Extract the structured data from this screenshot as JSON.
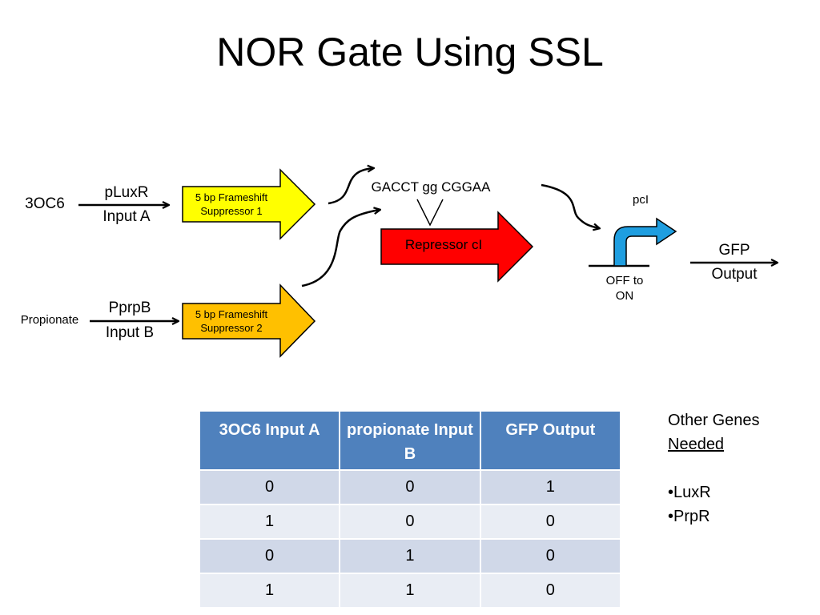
{
  "title": "NOR Gate Using SSL",
  "inputs": {
    "a_signal": "3OC6",
    "a_promoter": "pLuxR",
    "a_label": "Input A",
    "b_signal": "Propionate",
    "b_promoter": "PprpB",
    "b_label": "Input B"
  },
  "suppressors": {
    "s1_line1": "5 bp Frameshift",
    "s1_line2": "Suppressor 1",
    "s2_line1": "5 bp Frameshift",
    "s2_line2": "Suppressor 2"
  },
  "repressor": {
    "sequence": "GACCT gg CGGAA",
    "label": "Repressor cI"
  },
  "output": {
    "promoter": "pcI",
    "switch_line1": "OFF to",
    "switch_line2": "ON",
    "gfp_line1": "GFP",
    "gfp_line2": "Output"
  },
  "colors": {
    "suppressor1": "#ffff00",
    "suppressor2": "#ffc000",
    "repressor": "#ff0000",
    "promoter_arrow": "#1f9ee0",
    "table_header": "#4f81bd",
    "table_row_odd": "#d0d8e8",
    "table_row_even": "#e9edf4"
  },
  "truth_table": {
    "headers": [
      "3OC6 Input A",
      "propionate Input B",
      "GFP Output"
    ],
    "rows": [
      [
        "0",
        "0",
        "1"
      ],
      [
        "1",
        "0",
        "0"
      ],
      [
        "0",
        "1",
        "0"
      ],
      [
        "1",
        "1",
        "0"
      ]
    ]
  },
  "other_genes": {
    "heading1": "Other Genes",
    "heading2": "Needed",
    "items": [
      "•LuxR",
      "•PrpR"
    ]
  }
}
